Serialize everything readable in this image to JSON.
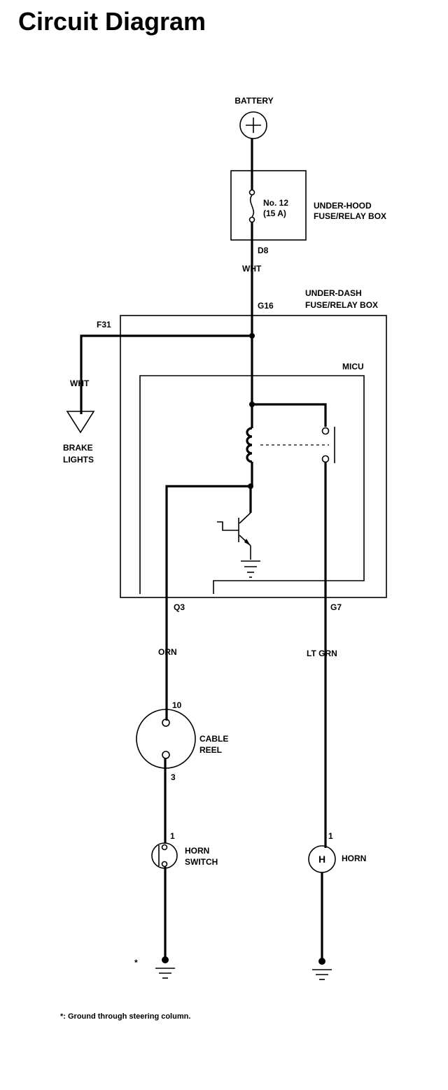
{
  "title": "Circuit Diagram",
  "components": {
    "battery": "BATTERY",
    "battery_symbol": "+",
    "fuse_number": "No. 12",
    "fuse_rating": "(15 A)",
    "underhood_box_line1": "UNDER-HOOD",
    "underhood_box_line2": "FUSE/RELAY BOX",
    "underdash_box_line1": "UNDER-DASH",
    "underdash_box_line2": "FUSE/RELAY BOX",
    "micu": "MICU",
    "brake_lights_line1": "BRAKE",
    "brake_lights_line2": "LIGHTS",
    "cable_reel_line1": "CABLE",
    "cable_reel_line2": "REEL",
    "horn_switch_line1": "HORN",
    "horn_switch_line2": "SWITCH",
    "horn": "HORN",
    "horn_symbol": "H"
  },
  "terminals": {
    "d8": "D8",
    "g16": "G16",
    "f31": "F31",
    "q3": "Q3",
    "g7": "G7",
    "reel_top_pin": "10",
    "reel_bottom_pin": "3",
    "switch_pin": "1",
    "horn_pin": "1"
  },
  "wire_colors": {
    "battery_feed": "WHT",
    "brake_feed": "WHT",
    "horn_switch_wire": "ORN",
    "horn_wire": "LT GRN"
  },
  "footnote": {
    "marker": "*",
    "text": "*: Ground through steering column."
  }
}
